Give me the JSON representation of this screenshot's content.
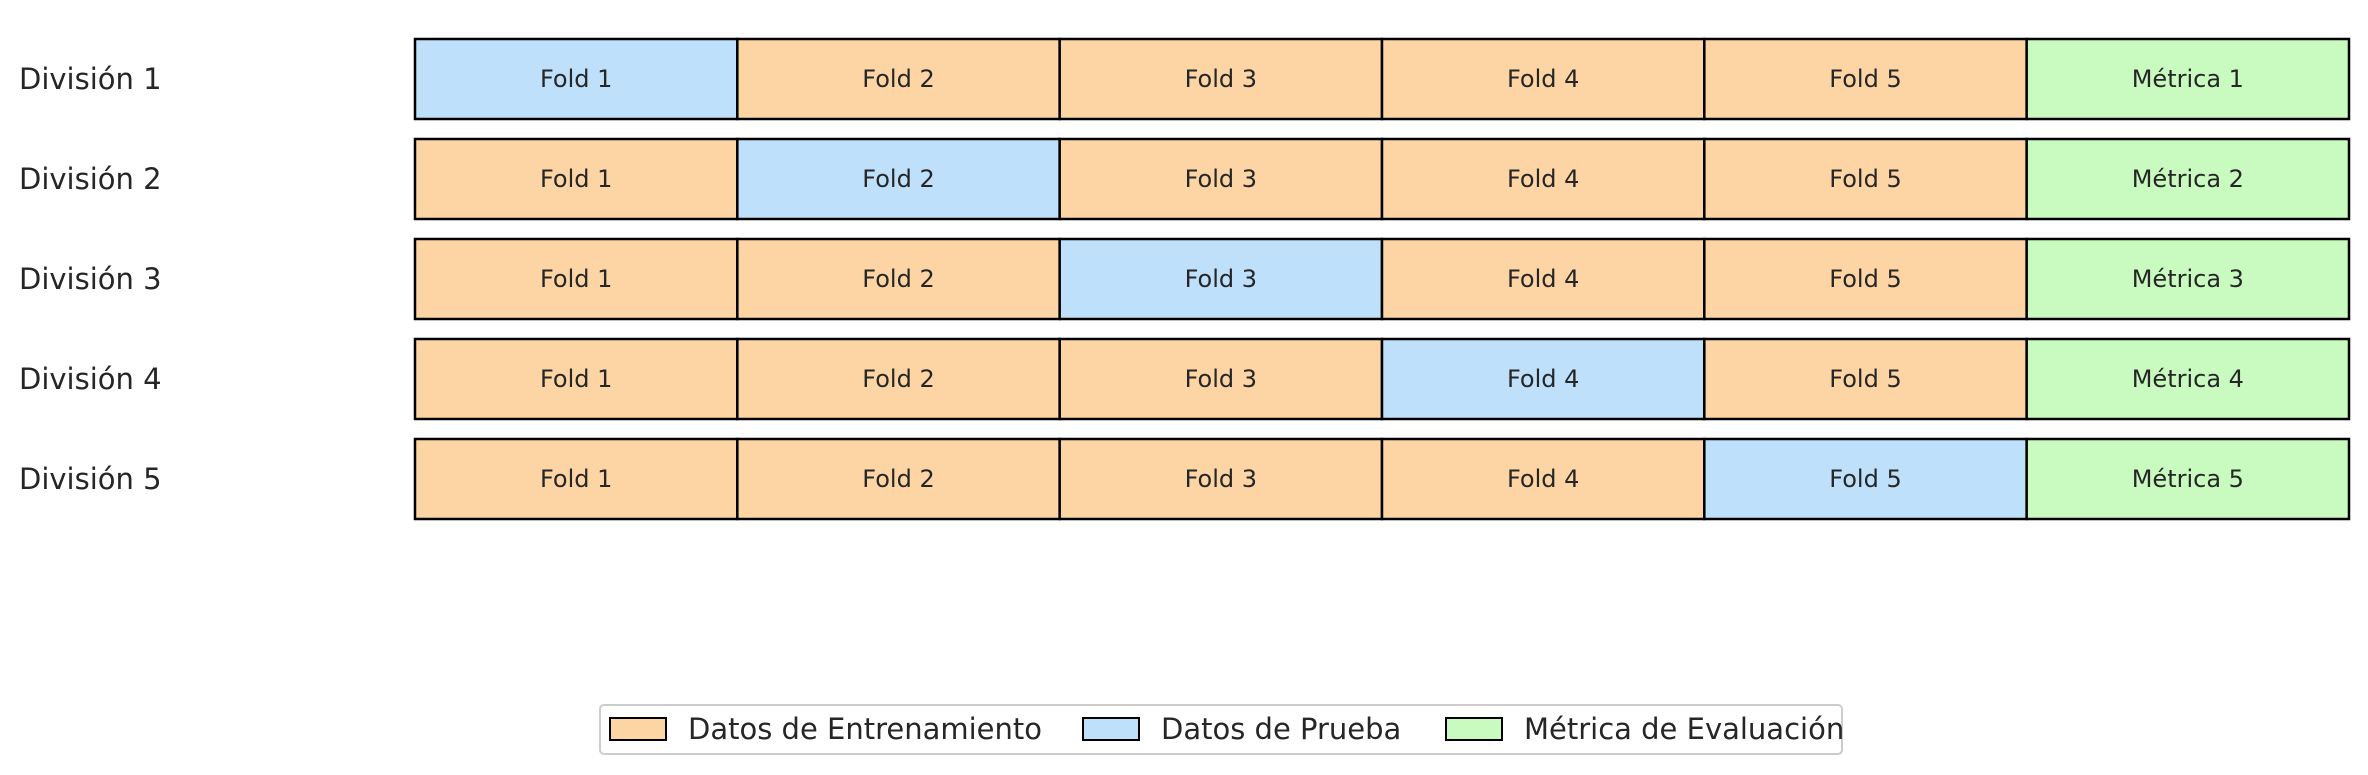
{
  "colors": {
    "train": "#fdd5a5",
    "test": "#bee0fb",
    "metric": "#c9fbc1",
    "border": "#000000"
  },
  "rows": [
    {
      "label": "División 1",
      "cells": [
        {
          "text": "Fold 1",
          "kind": "test"
        },
        {
          "text": "Fold 2",
          "kind": "train"
        },
        {
          "text": "Fold 3",
          "kind": "train"
        },
        {
          "text": "Fold 4",
          "kind": "train"
        },
        {
          "text": "Fold 5",
          "kind": "train"
        },
        {
          "text": "Métrica 1",
          "kind": "metric"
        }
      ]
    },
    {
      "label": "División 2",
      "cells": [
        {
          "text": "Fold 1",
          "kind": "train"
        },
        {
          "text": "Fold 2",
          "kind": "test"
        },
        {
          "text": "Fold 3",
          "kind": "train"
        },
        {
          "text": "Fold 4",
          "kind": "train"
        },
        {
          "text": "Fold 5",
          "kind": "train"
        },
        {
          "text": "Métrica 2",
          "kind": "metric"
        }
      ]
    },
    {
      "label": "División 3",
      "cells": [
        {
          "text": "Fold 1",
          "kind": "train"
        },
        {
          "text": "Fold 2",
          "kind": "train"
        },
        {
          "text": "Fold 3",
          "kind": "test"
        },
        {
          "text": "Fold 4",
          "kind": "train"
        },
        {
          "text": "Fold 5",
          "kind": "train"
        },
        {
          "text": "Métrica 3",
          "kind": "metric"
        }
      ]
    },
    {
      "label": "División 4",
      "cells": [
        {
          "text": "Fold 1",
          "kind": "train"
        },
        {
          "text": "Fold 2",
          "kind": "train"
        },
        {
          "text": "Fold 3",
          "kind": "train"
        },
        {
          "text": "Fold 4",
          "kind": "test"
        },
        {
          "text": "Fold 5",
          "kind": "train"
        },
        {
          "text": "Métrica 4",
          "kind": "metric"
        }
      ]
    },
    {
      "label": "División 5",
      "cells": [
        {
          "text": "Fold 1",
          "kind": "train"
        },
        {
          "text": "Fold 2",
          "kind": "train"
        },
        {
          "text": "Fold 3",
          "kind": "train"
        },
        {
          "text": "Fold 4",
          "kind": "train"
        },
        {
          "text": "Fold 5",
          "kind": "test"
        },
        {
          "text": "Métrica 5",
          "kind": "metric"
        }
      ]
    }
  ],
  "legend": {
    "items": [
      {
        "label": "Datos de Entrenamiento",
        "kind": "train"
      },
      {
        "label": "Datos de Prueba",
        "kind": "test"
      },
      {
        "label": "Métrica de Evaluación",
        "kind": "metric"
      }
    ]
  }
}
